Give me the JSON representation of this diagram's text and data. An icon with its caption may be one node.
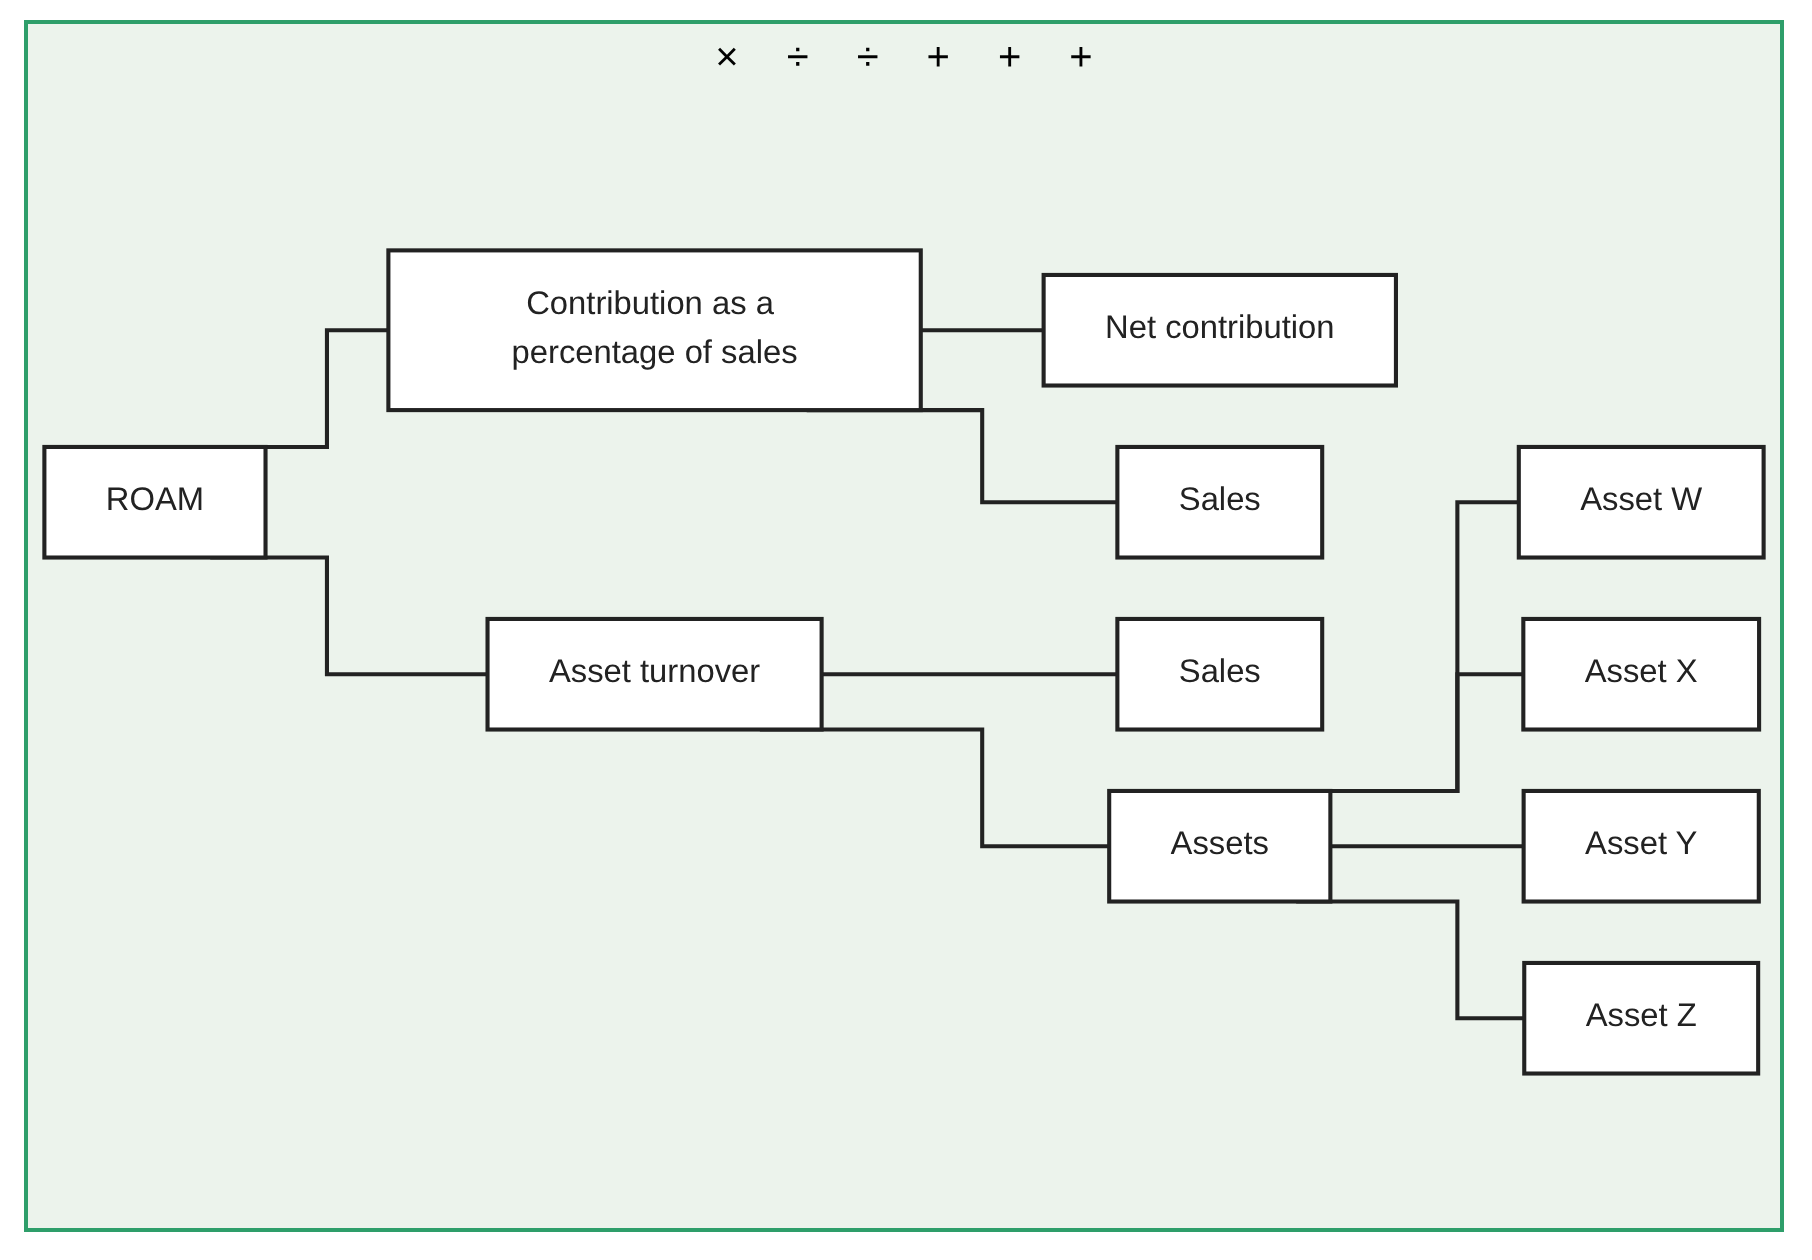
{
  "diagram": {
    "nodes": [
      {
        "text": [
          "ROAM"
        ]
      },
      {
        "text": [
          "Contribution as a percentage of sales"
        ]
      },
      {
        "text": [
          "Net contribution"
        ]
      },
      {
        "text": [
          "Sales"
        ]
      },
      {
        "text": [
          "Asset turnover"
        ]
      },
      {
        "text": [
          "Sales"
        ]
      },
      {
        "text": [
          "Assets"
        ]
      },
      {
        "text": [
          "Asset W"
        ]
      },
      {
        "text": [
          "Asset X"
        ]
      },
      {
        "text": [
          "Asset Y"
        ]
      },
      {
        "text": [
          "Asset Z"
        ]
      }
    ],
    "edges": [
      {
        "from": 0,
        "to": 1,
        "arrow": "none"
      },
      {
        "from": 0,
        "to": 4,
        "arrow": "none"
      },
      {
        "from": 1,
        "to": 2,
        "arrow": "none"
      },
      {
        "from": 1,
        "to": 3,
        "arrow": "none"
      },
      {
        "from": 4,
        "to": 5,
        "arrow": "none"
      },
      {
        "from": 4,
        "to": 6,
        "arrow": "none"
      },
      {
        "from": 6,
        "to": 7,
        "arrow": "none"
      },
      {
        "from": 6,
        "to": 8,
        "arrow": "none"
      },
      {
        "from": 6,
        "to": 9,
        "arrow": "none"
      },
      {
        "from": 6,
        "to": 10,
        "arrow": "none"
      }
    ],
    "labels": [
      "×",
      "÷",
      "÷",
      "+",
      "+",
      "+"
    ]
  }
}
